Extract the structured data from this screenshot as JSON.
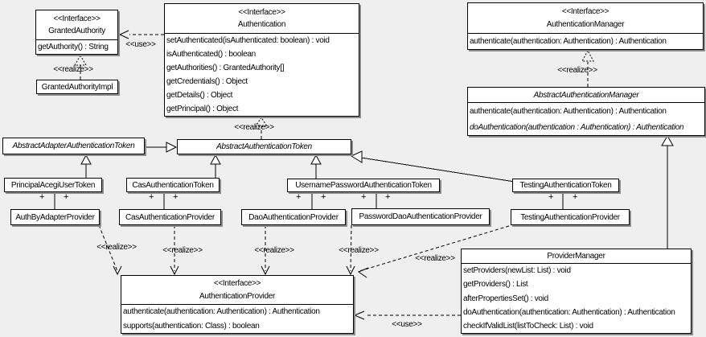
{
  "labels": {
    "interface": "<<Interface>>",
    "use": "<<use>>",
    "realize": "<<realize>>",
    "plus": "+"
  },
  "colors": {
    "background": "#efefef",
    "box_fill": "#ffffff",
    "box_border": "#000000",
    "box_shadow": "#8c8c8c"
  },
  "classes": {
    "granted_authority": {
      "stereotype": "<<Interface>>",
      "name": "GrantedAuthority",
      "methods": [
        "getAuthority() : String"
      ]
    },
    "granted_authority_impl": {
      "name": "GrantedAuthorityImpl"
    },
    "authentication": {
      "stereotype": "<<Interface>>",
      "name": "Authentication",
      "methods": [
        "setAuthenticated(isAuthenticated: boolean) : void",
        "isAuthenticated() : boolean",
        "getAuthorities() : GrantedAuthority[]",
        "getCredentials() : Object",
        "getDetails() : Object",
        "getPrincipal() : Object"
      ]
    },
    "authentication_manager": {
      "stereotype": "<<Interface>>",
      "name": "AuthenticationManager",
      "methods": [
        "authenticate(authentication: Authentication) : Authentication"
      ]
    },
    "abstract_authentication_manager": {
      "name": "AbstractAuthenticationManager",
      "methods": [
        "authenticate(authentication: Authentication) : Authentication",
        "doAuthentication(authentication : Authentication) : Authentication"
      ]
    },
    "abstract_adapter_authentication_token": {
      "name": "AbstractAdapterAuthenticationToken"
    },
    "abstract_authentication_token": {
      "name": "AbstractAuthenticationToken"
    },
    "principal_acegi_user_token": {
      "name": "PrincipalAcegiUserToken"
    },
    "cas_authentication_token": {
      "name": "CasAuthenticationToken"
    },
    "username_password_authentication_token": {
      "name": "UsernamePasswordAuthenticationToken"
    },
    "testing_authentication_token": {
      "name": "TestingAuthenticationToken"
    },
    "auth_by_adapter_provider": {
      "name": "AuthByAdapterProvider"
    },
    "cas_authentication_provider": {
      "name": "CasAuthenticationProvider"
    },
    "dao_authentication_provider": {
      "name": "DaoAuthenticationProvider"
    },
    "password_dao_authentication_provider": {
      "name": "PasswordDaoAuthenticationProvider"
    },
    "testing_authentication_provider": {
      "name": "TestingAuthenticationProvider"
    },
    "authentication_provider": {
      "stereotype": "<<Interface>>",
      "name": "AuthenticationProvider",
      "methods": [
        "authenticate(authentication: Authentication) : Authentication",
        "supports(authentication: Class) : boolean"
      ]
    },
    "provider_manager": {
      "name": "ProviderManager",
      "methods": [
        "setProviders(newList: List) : void",
        "getProviders() : List",
        "afterPropertiesSet() : void",
        "doAuthentication(authentication: Authentication) : Authentication",
        "checkIfValidList(listToCheck: List) : void"
      ]
    }
  }
}
